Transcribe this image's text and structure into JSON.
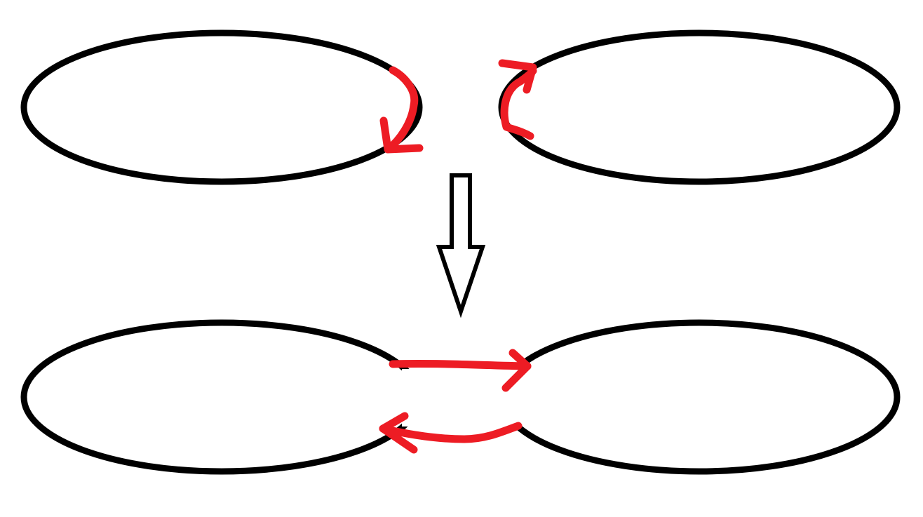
{
  "colors": {
    "background": "#ffffff",
    "outline": "#000000",
    "arrow": "#ed1c24"
  },
  "diagram": {
    "top_row": {
      "left_loop": {
        "shape": "ellipse",
        "arrow_direction": "clockwise"
      },
      "right_loop": {
        "shape": "ellipse",
        "arrow_direction": "counter-clockwise"
      }
    },
    "transition": {
      "icon": "hollow-down-arrow-icon"
    },
    "bottom_row": {
      "upper_connector": {
        "direction": "left-to-right"
      },
      "lower_connector": {
        "direction": "right-to-left"
      }
    }
  }
}
